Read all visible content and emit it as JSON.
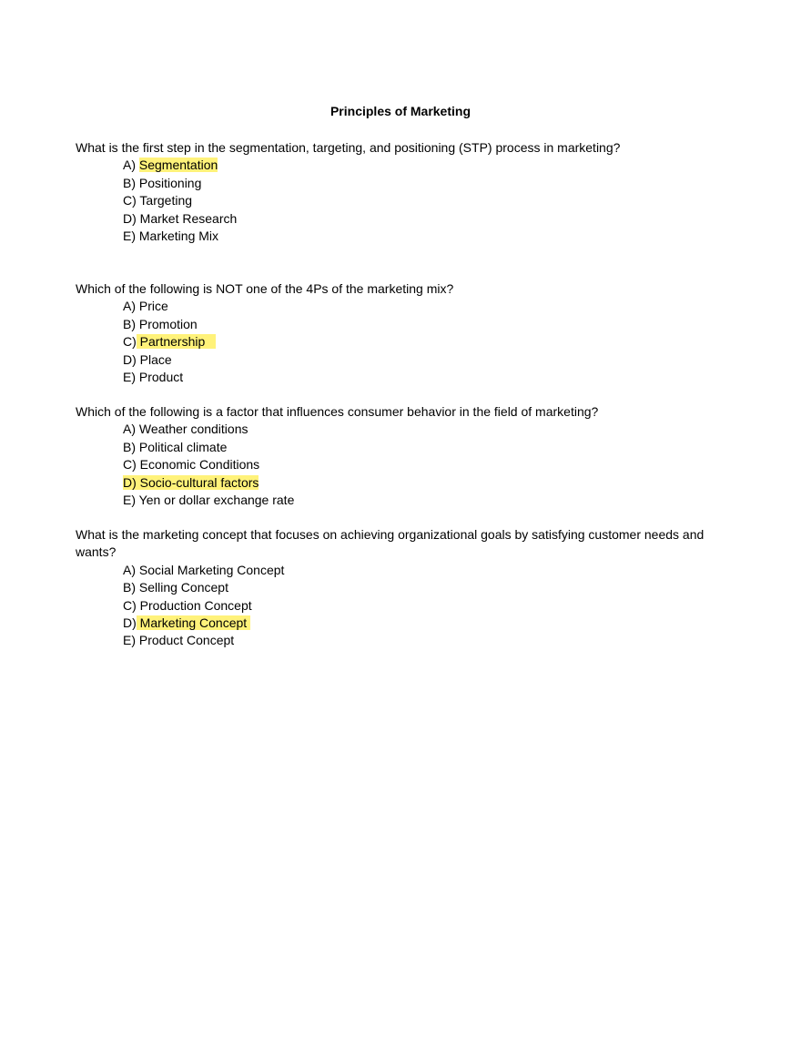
{
  "title": "Principles of Marketing",
  "highlight_color": "#fff27a",
  "questions": [
    {
      "text": "What is the first step in the segmentation, targeting, and positioning (STP) process in marketing?",
      "options": [
        {
          "prefix": "A) ",
          "text": "Segmentation",
          "highlight_whole": false,
          "highlighted": true
        },
        {
          "prefix": "B) ",
          "text": "Positioning",
          "highlight_whole": false,
          "highlighted": false
        },
        {
          "prefix": "C) ",
          "text": "Targeting",
          "highlight_whole": false,
          "highlighted": false
        },
        {
          "prefix": "D) ",
          "text": "Market Research",
          "highlight_whole": false,
          "highlighted": false
        },
        {
          "prefix": "E) ",
          "text": "Marketing Mix",
          "highlight_whole": false,
          "highlighted": false
        }
      ]
    },
    {
      "text": "Which of the following is NOT one of the 4Ps of the marketing mix?",
      "options": [
        {
          "prefix": "A) ",
          "text": "Price",
          "highlight_whole": false,
          "highlighted": false
        },
        {
          "prefix": "B) ",
          "text": "Promotion",
          "highlight_whole": false,
          "highlighted": false
        },
        {
          "prefix": "C)",
          "text": " Partnership   ",
          "highlight_whole": false,
          "highlighted": true
        },
        {
          "prefix": "D) ",
          "text": "Place",
          "highlight_whole": false,
          "highlighted": false
        },
        {
          "prefix": "E) ",
          "text": "Product",
          "highlight_whole": false,
          "highlighted": false
        }
      ]
    },
    {
      "text": "Which of the following is a factor that influences consumer behavior in the field of marketing?",
      "options": [
        {
          "prefix": "A) ",
          "text": "Weather conditions",
          "highlight_whole": false,
          "highlighted": false
        },
        {
          "prefix": "B) ",
          "text": "Political climate",
          "highlight_whole": false,
          "highlighted": false
        },
        {
          "prefix": "C) ",
          "text": "Economic Conditions",
          "highlight_whole": false,
          "highlighted": false
        },
        {
          "prefix": "D) ",
          "text": "Socio-cultural factors",
          "highlight_whole": true,
          "highlighted": true
        },
        {
          "prefix": "E) ",
          "text": "Yen or dollar exchange rate",
          "highlight_whole": false,
          "highlighted": false
        }
      ]
    },
    {
      "text": "What is the marketing concept that focuses on achieving organizational goals by satisfying customer needs and wants?",
      "options": [
        {
          "prefix": "A) ",
          "text": "Social Marketing Concept",
          "highlight_whole": false,
          "highlighted": false
        },
        {
          "prefix": "B) ",
          "text": "Selling Concept",
          "highlight_whole": false,
          "highlighted": false
        },
        {
          "prefix": "C) ",
          "text": "Production Concept",
          "highlight_whole": false,
          "highlighted": false
        },
        {
          "prefix": "D)",
          "text": " Marketing Concept ",
          "highlight_whole": false,
          "highlighted": true
        },
        {
          "prefix": "E) ",
          "text": "Product Concept",
          "highlight_whole": false,
          "highlighted": false
        }
      ]
    }
  ]
}
